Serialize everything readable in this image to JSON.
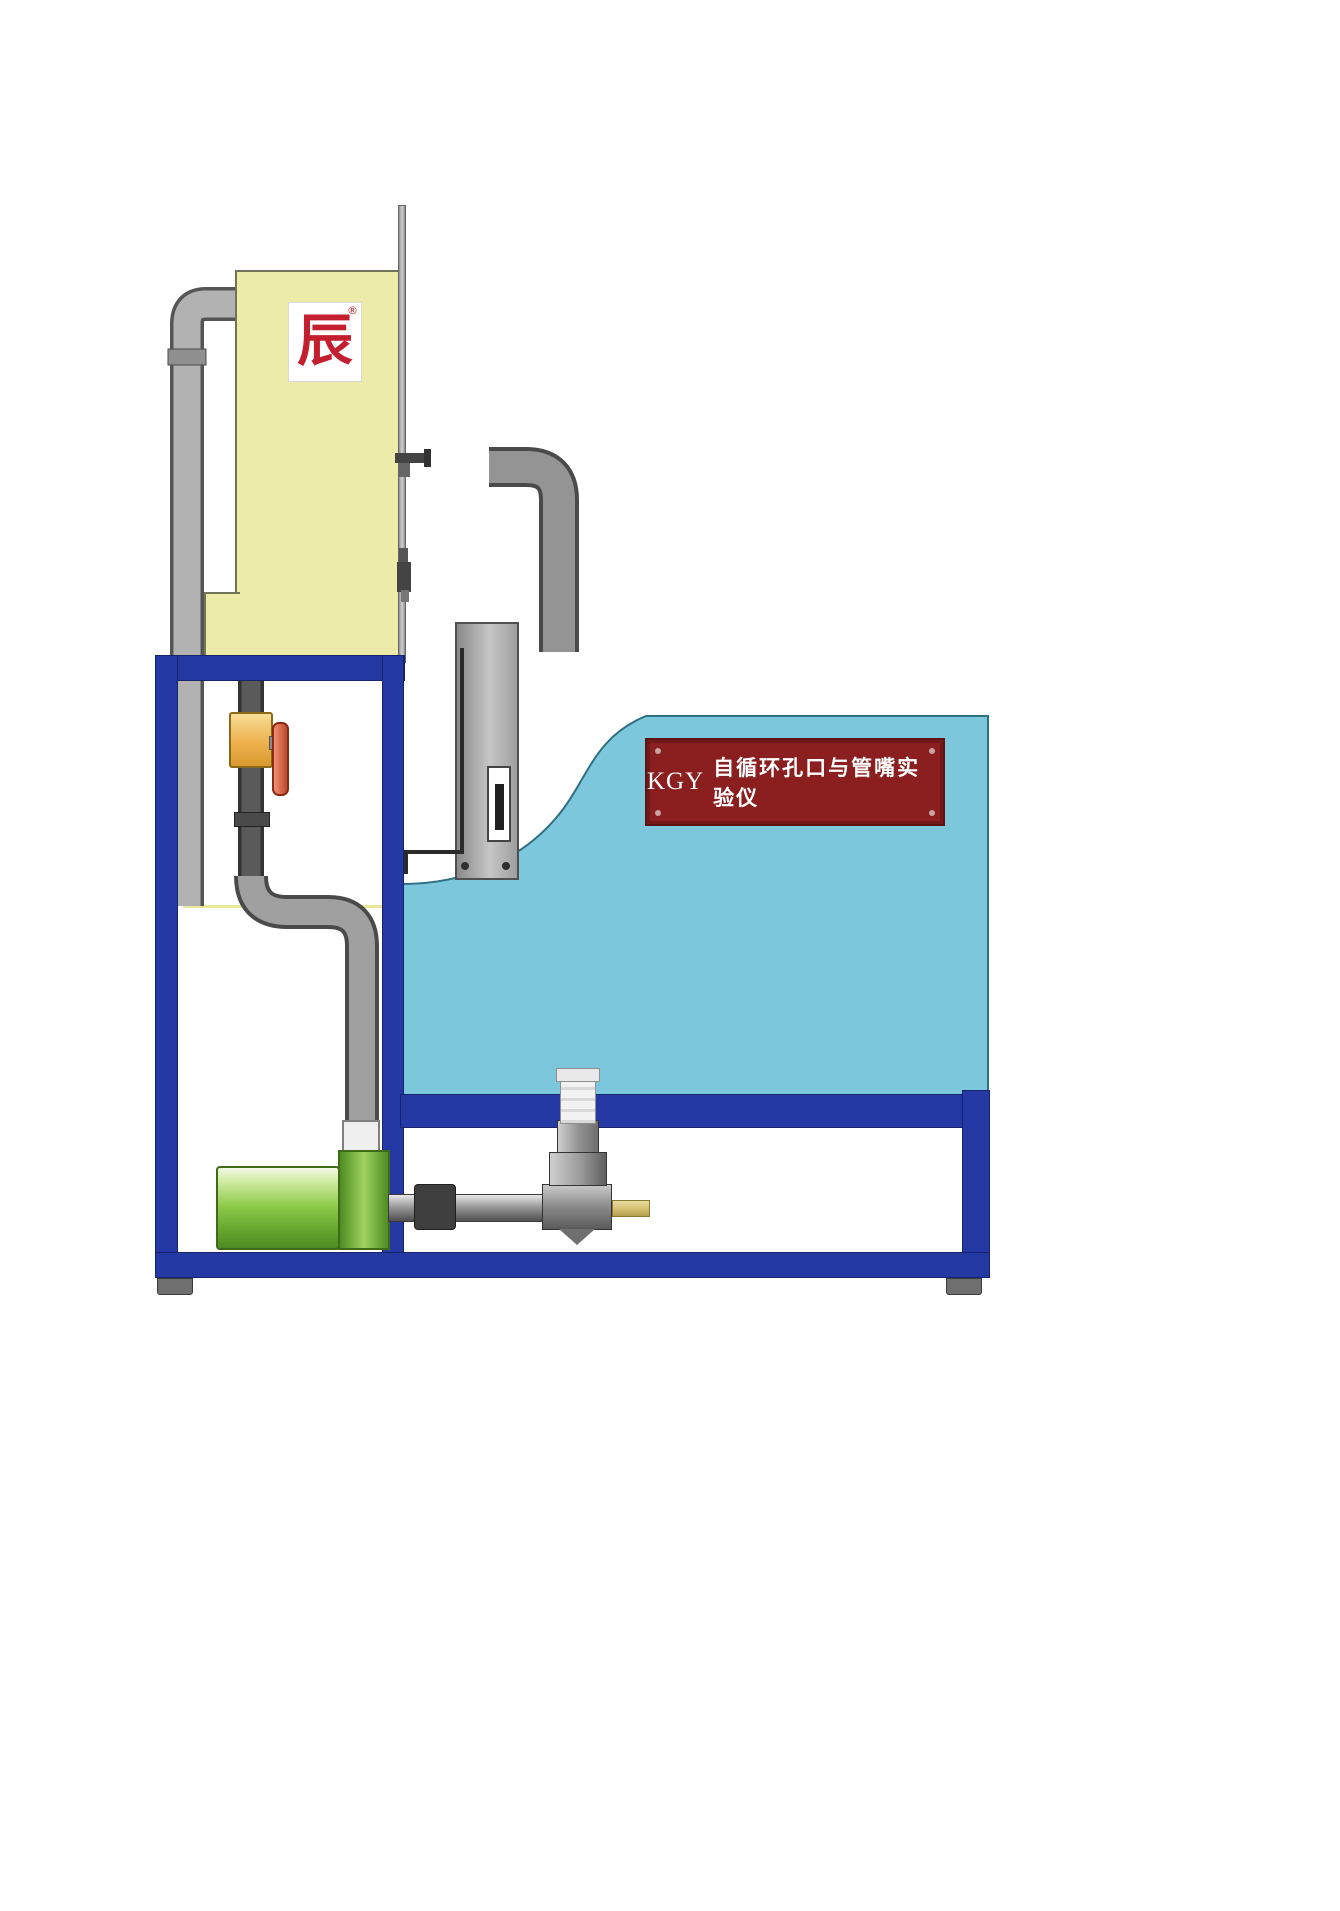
{
  "diagram": {
    "plaque": {
      "prefix": "KGY",
      "title": "自循环孔口与管嘴实验仪"
    },
    "logo": {
      "glyph": "辰",
      "registered": "®"
    }
  },
  "colors": {
    "frame_blue": "#2539a4",
    "head_tank_yellow": "#ecebaa",
    "water_tank_cyan": "#7cc7dc",
    "plaque_red": "#8b1e1e",
    "plaque_text": "#ffffff",
    "pump_green": "#6ab32c",
    "valve_body_orange": "#eeb14d",
    "valve_handle_red": "#d96a4d",
    "pipe_gray": "#a8a8a8",
    "pipe_dark_gray": "#585858",
    "brass_fitting": "#d6c474",
    "logo_red": "#c41f2e"
  }
}
